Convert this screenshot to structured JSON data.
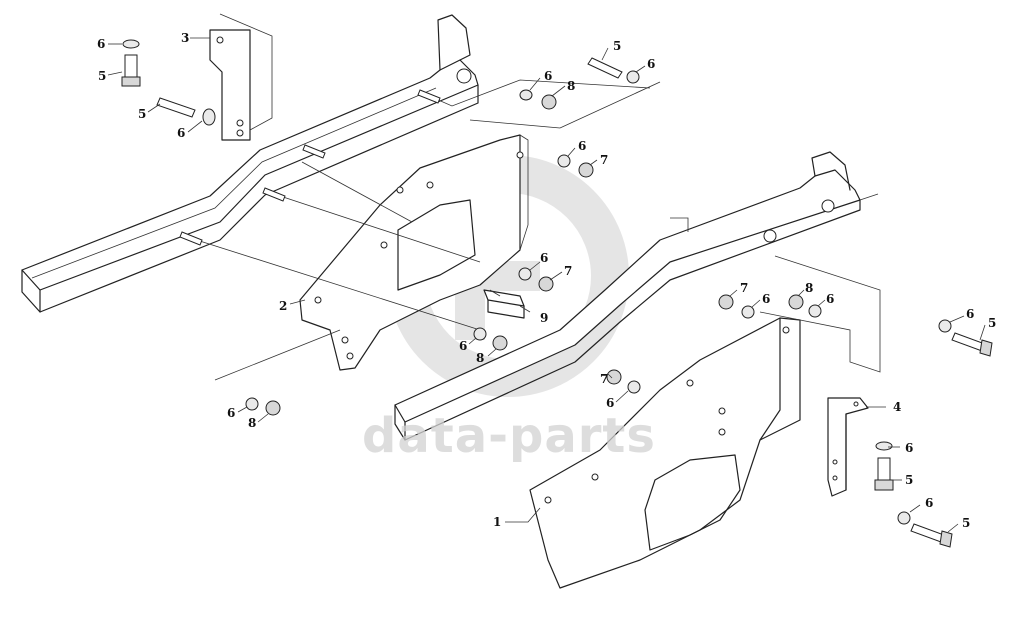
{
  "diagram": {
    "callouts": [
      {
        "id": "c1",
        "label": "1"
      },
      {
        "id": "c2",
        "label": "2"
      },
      {
        "id": "c3",
        "label": "3"
      },
      {
        "id": "c4",
        "label": "4"
      },
      {
        "id": "c5a",
        "label": "5"
      },
      {
        "id": "c5b",
        "label": "5"
      },
      {
        "id": "c5c",
        "label": "5"
      },
      {
        "id": "c5d",
        "label": "5"
      },
      {
        "id": "c5e",
        "label": "5"
      },
      {
        "id": "c5f",
        "label": "5"
      },
      {
        "id": "c6a",
        "label": "6"
      },
      {
        "id": "c6b",
        "label": "6"
      },
      {
        "id": "c6c",
        "label": "6"
      },
      {
        "id": "c6d",
        "label": "6"
      },
      {
        "id": "c6e",
        "label": "6"
      },
      {
        "id": "c6f",
        "label": "6"
      },
      {
        "id": "c6g",
        "label": "6"
      },
      {
        "id": "c6h",
        "label": "6"
      },
      {
        "id": "c6i",
        "label": "6"
      },
      {
        "id": "c6j",
        "label": "6"
      },
      {
        "id": "c6k",
        "label": "6"
      },
      {
        "id": "c6l",
        "label": "6"
      },
      {
        "id": "c6m",
        "label": "6"
      },
      {
        "id": "c6n",
        "label": "6"
      },
      {
        "id": "c7a",
        "label": "7"
      },
      {
        "id": "c7b",
        "label": "7"
      },
      {
        "id": "c7c",
        "label": "7"
      },
      {
        "id": "c7d",
        "label": "7"
      },
      {
        "id": "c8a",
        "label": "8"
      },
      {
        "id": "c8b",
        "label": "8"
      },
      {
        "id": "c8c",
        "label": "8"
      },
      {
        "id": "c8d",
        "label": "8"
      },
      {
        "id": "c9",
        "label": "9"
      }
    ]
  },
  "watermark": {
    "text": "data-parts",
    "color": "#cfcfcf"
  }
}
